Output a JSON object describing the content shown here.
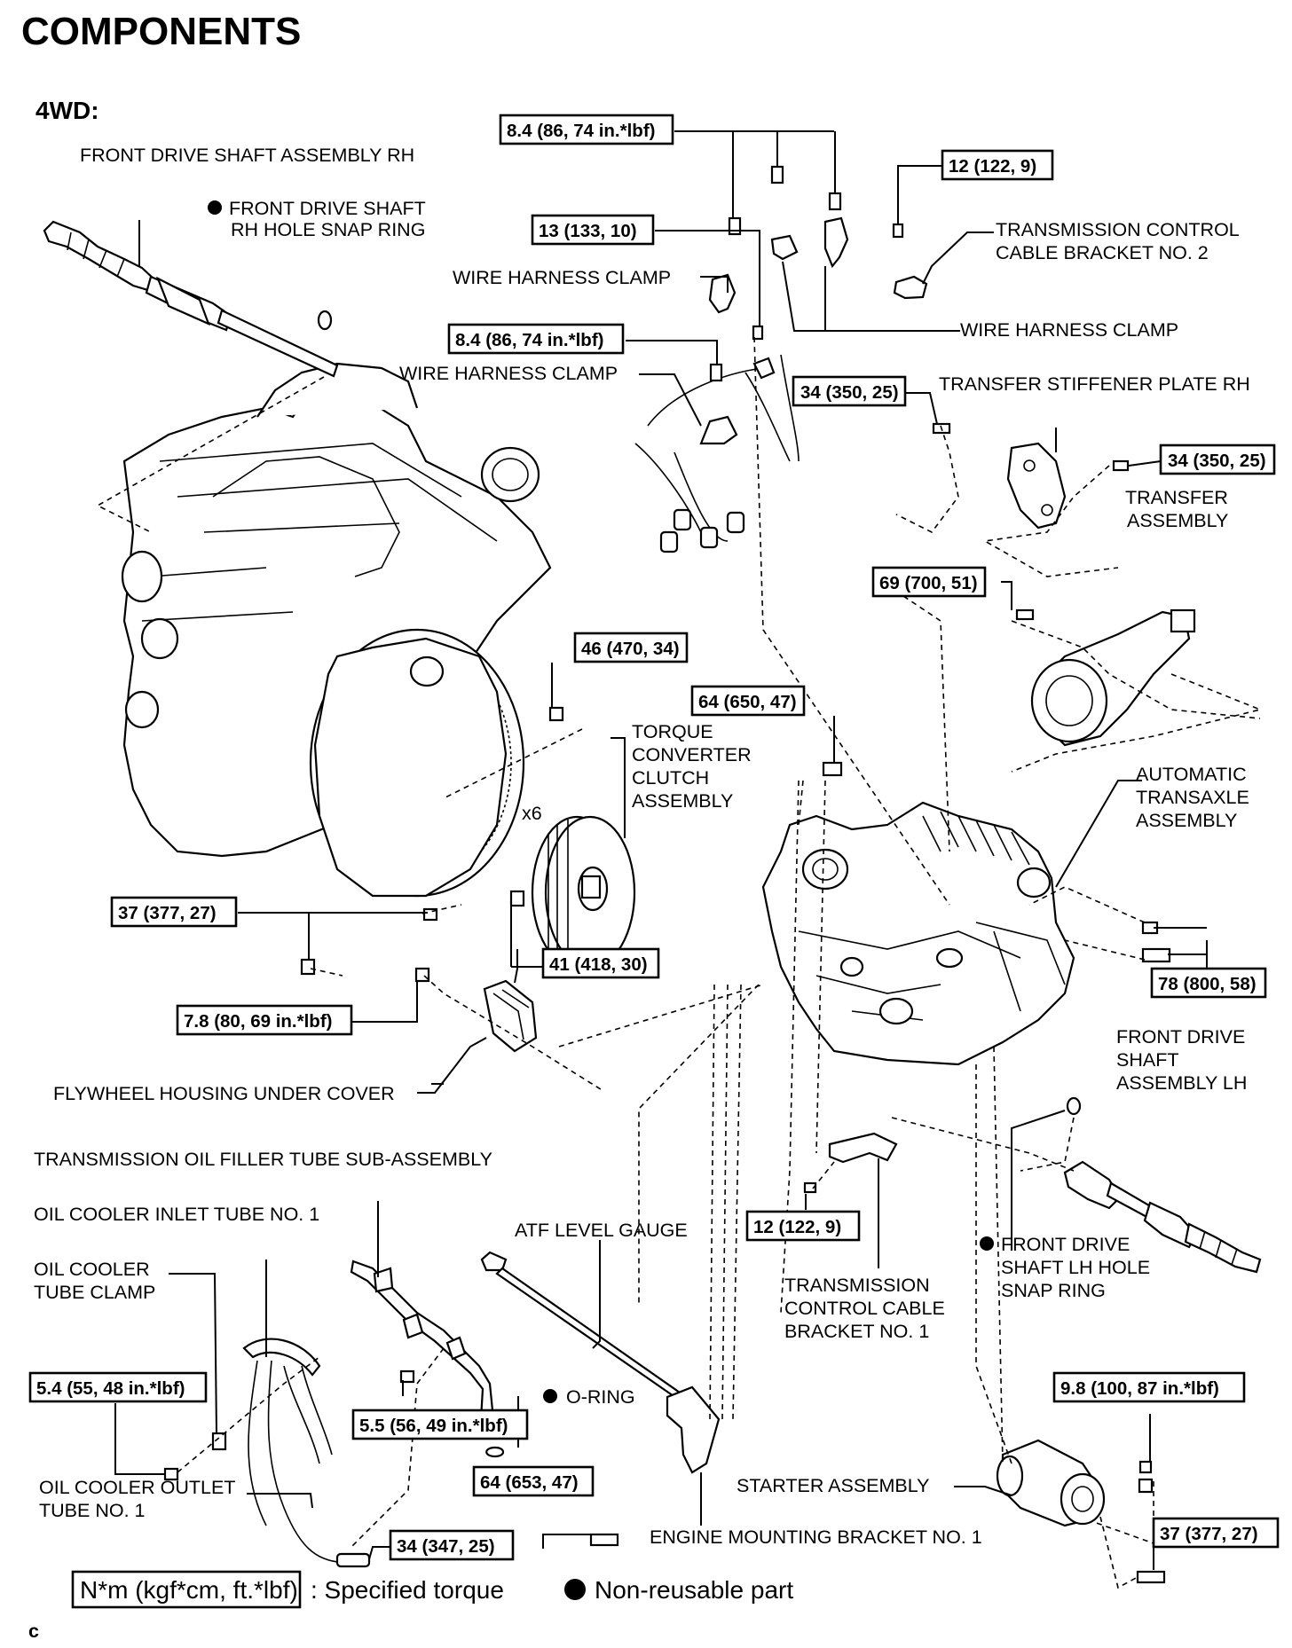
{
  "title": "COMPONENTS",
  "variant": "4WD:",
  "labels": {
    "front_drive_shaft_rh": "FRONT DRIVE SHAFT ASSEMBLY RH",
    "snap_ring_rh_1": "FRONT DRIVE SHAFT",
    "snap_ring_rh_2": "RH HOLE SNAP RING",
    "wire_harness_clamp_1": "WIRE HARNESS CLAMP",
    "wire_harness_clamp_2": "WIRE HARNESS CLAMP",
    "wire_harness_clamp_3": "WIRE HARNESS CLAMP",
    "tcc_bracket_2_1": "TRANSMISSION CONTROL",
    "tcc_bracket_2_2": "CABLE BRACKET NO. 2",
    "transfer_stiffener": "TRANSFER STIFFENER PLATE RH",
    "transfer_assy_1": "TRANSFER",
    "transfer_assy_2": "ASSEMBLY",
    "torque_conv_1": "TORQUE",
    "torque_conv_2": "CONVERTER",
    "torque_conv_3": "CLUTCH",
    "torque_conv_4": "ASSEMBLY",
    "x6": "x6",
    "auto_transaxle_1": "AUTOMATIC",
    "auto_transaxle_2": "TRANSAXLE",
    "auto_transaxle_3": "ASSEMBLY",
    "front_drive_lh_1": "FRONT DRIVE",
    "front_drive_lh_2": "SHAFT",
    "front_drive_lh_3": "ASSEMBLY LH",
    "flywheel_cover": "FLYWHEEL HOUSING UNDER COVER",
    "filler_tube": "TRANSMISSION OIL FILLER TUBE SUB-ASSEMBLY",
    "oil_cooler_inlet": "OIL COOLER INLET TUBE NO. 1",
    "oil_cooler_clamp_1": "OIL COOLER",
    "oil_cooler_clamp_2": "TUBE CLAMP",
    "atf_gauge": "ATF LEVEL GAUGE",
    "o_ring": "O-RING",
    "oil_cooler_outlet_1": "OIL COOLER OUTLET",
    "oil_cooler_outlet_2": "TUBE NO. 1",
    "tcc_bracket_1_1": "TRANSMISSION",
    "tcc_bracket_1_2": "CONTROL CABLE",
    "tcc_bracket_1_3": "BRACKET NO. 1",
    "snap_ring_lh_1": "FRONT DRIVE",
    "snap_ring_lh_2": "SHAFT LH HOLE",
    "snap_ring_lh_3": "SNAP RING",
    "starter": "STARTER ASSEMBLY",
    "engine_mount": "ENGINE MOUNTING BRACKET NO. 1"
  },
  "torques": {
    "t_8_4_top": "8.4 (86, 74 in.*lbf)",
    "t_12_top": "12 (122, 9)",
    "t_13": "13 (133, 10)",
    "t_8_4_mid": "8.4 (86, 74 in.*lbf)",
    "t_34_plate": "34 (350, 25)",
    "t_34_transfer": "34 (350, 25)",
    "t_69": "69 (700, 51)",
    "t_46": "46 (470, 34)",
    "t_64_top": "64 (650, 47)",
    "t_37_left": "37 (377, 27)",
    "t_41": "41 (418, 30)",
    "t_78": "78 (800, 58)",
    "t_7_8": "7.8 (80, 69 in.*lbf)",
    "t_12_bottom": "12 (122, 9)",
    "t_5_4": "5.4 (55, 48 in.*lbf)",
    "t_5_5": "5.5 (56, 49 in.*lbf)",
    "t_9_8": "9.8 (100, 87 in.*lbf)",
    "t_64_bottom": "64 (653, 47)",
    "t_34_bottom": "34 (347, 25)",
    "t_37_bottom": "37 (377, 27)"
  },
  "legend": {
    "unit_box": "N*m (kgf*cm, ft.*lbf)",
    "unit_desc": ": Specified torque",
    "nonreusable": "Non-reusable part"
  },
  "footer_code": "c"
}
